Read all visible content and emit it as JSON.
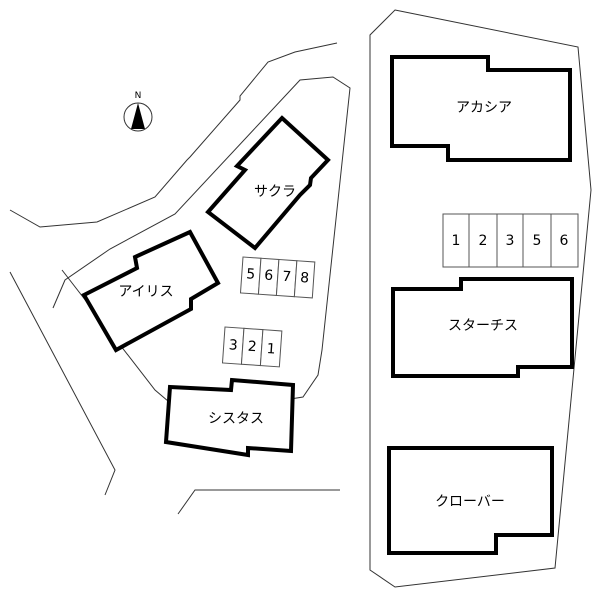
{
  "compass": {
    "label": "N"
  },
  "buildings": {
    "sakura": "サクラ",
    "iris": "アイリス",
    "cistus": "シスタス",
    "acacia": "アカシア",
    "statice": "スターチス",
    "clover": "クローバー"
  },
  "parking_left_upper": [
    "5",
    "6",
    "7",
    "8"
  ],
  "parking_left_lower": [
    "3",
    "2",
    "1"
  ],
  "parking_right": [
    "1",
    "2",
    "3",
    "5",
    "6"
  ]
}
